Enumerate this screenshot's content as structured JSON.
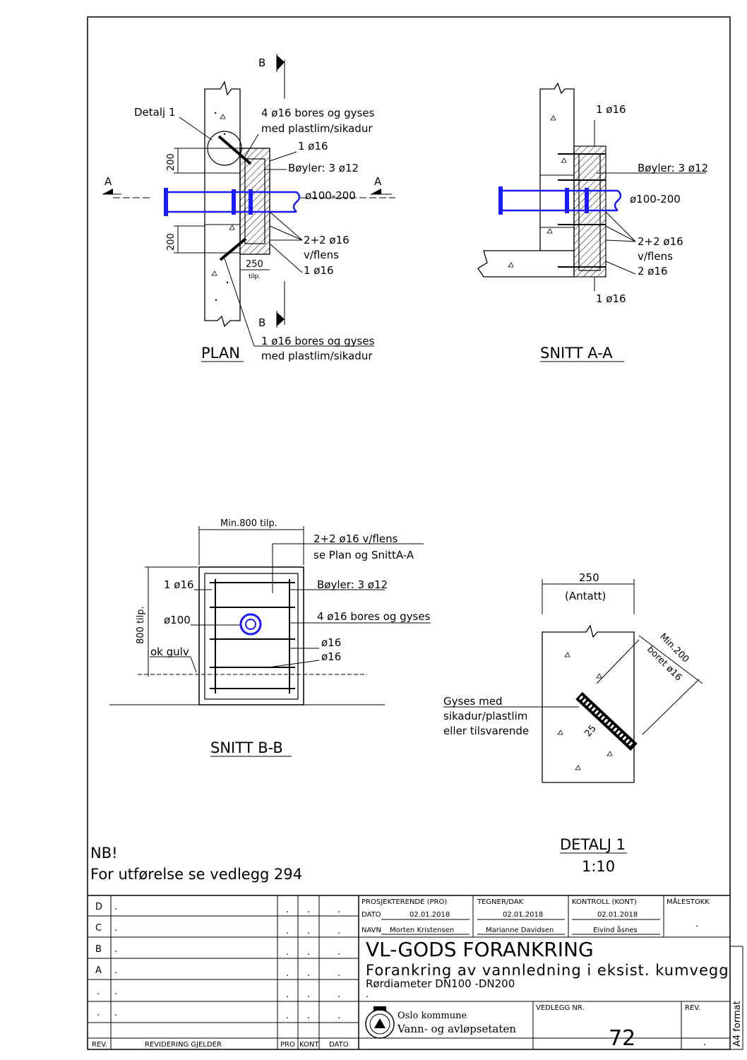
{
  "plan": {
    "title": "PLAN",
    "section_a": "A",
    "section_b": "B",
    "detail_ref": "Detalj 1",
    "note_top_1": "4 ø16 bores og gyses",
    "note_top_2": "med plastlim/sikadur",
    "bar_1": "1 ø16",
    "stirrups": "Bøyler: 3 ø12",
    "pipe": "ø100-200",
    "flange_1": "2+2  ø16",
    "flange_2": "v/flens",
    "bar_2": "1 ø16",
    "dim_200": "200",
    "dim_250": "250",
    "dim_tilp": "tilp.",
    "note_bottom_1": "1 ø16 bores og gyses",
    "note_bottom_2": "med plastlim/sikadur"
  },
  "snitt_aa": {
    "title": "SNITT A-A",
    "bar_top": "1 ø16",
    "stirrups": "Bøyler: 3 ø12",
    "pipe": "ø100-200",
    "flange_1": "2+2  ø16",
    "flange_2": "v/flens",
    "bar_2": "2 ø16",
    "bar_bottom": "1 ø16"
  },
  "snitt_bb": {
    "title": "SNITT B-B",
    "width": "Min.800 tilp.",
    "height": "800 tilp.",
    "flange_1": "2+2 ø16 v/flens",
    "flange_2": "se Plan og SnittA-A",
    "bar": "1 ø16",
    "stirrups": "Bøyler: 3 ø12",
    "pipe": "ø100",
    "bores": "4 ø16 bores og gyses",
    "bar_a": "ø16",
    "bar_b": "ø16",
    "floor": "ok gulv"
  },
  "detalj": {
    "dim": "250",
    "dim_note": "(Antatt)",
    "min": "Min.200",
    "bored": "boret ø16",
    "note_1": "Gyses med",
    "note_2": "sikadur/plastlim",
    "note_3": "eller tilsvarende",
    "diam": "25",
    "title": "DETALJ 1",
    "scale": "1:10"
  },
  "nb": {
    "line1": "NB!",
    "line2": "For utførelse se vedlegg 294"
  },
  "titleblock": {
    "rev_rows": [
      {
        "rev": "D",
        "text": "."
      },
      {
        "rev": "C",
        "text": "."
      },
      {
        "rev": "B",
        "text": "."
      },
      {
        "rev": "A",
        "text": "."
      },
      {
        "rev": ".",
        "text": "."
      },
      {
        "rev": ".",
        "text": "."
      }
    ],
    "dot": ".",
    "h_rev": "REV.",
    "h_revidering": "REVIDERING GJELDER",
    "h_pro": "PRO",
    "h_kont": "KONT",
    "h_dato": "DATO",
    "h_prosjekterende": "PROSJEKTERENDE (PRO)",
    "h_tegner": "TEGNER/DAK",
    "h_kontroll": "KONTROLL (KONT)",
    "h_malestokk": "MÅLESTOKK",
    "dato_label": "DATO",
    "navn_label": "NAVN",
    "date_pro": "02.01.2018",
    "date_teg": "02.01.2018",
    "date_kont": "02.01.2018",
    "name_pro": "Morten Kristensen",
    "name_teg": "Marianne Davidsen",
    "name_kont": "Eivind åsnes",
    "malestokk": ".",
    "title1": "VL-GODS FORANKRING",
    "title2": "Forankring av vannledning i eksist. kumvegg",
    "title3": "Rørdiameter DN100 -DN200",
    "title_dot": ".",
    "org1": "Oslo kommune",
    "org2": "Vann- og avløpsetaten",
    "vedlegg_label": "VEDLEGG NR.",
    "vedlegg": "72",
    "rev_label": "REV.",
    "rev_val": ".",
    "format": "A4 format"
  }
}
